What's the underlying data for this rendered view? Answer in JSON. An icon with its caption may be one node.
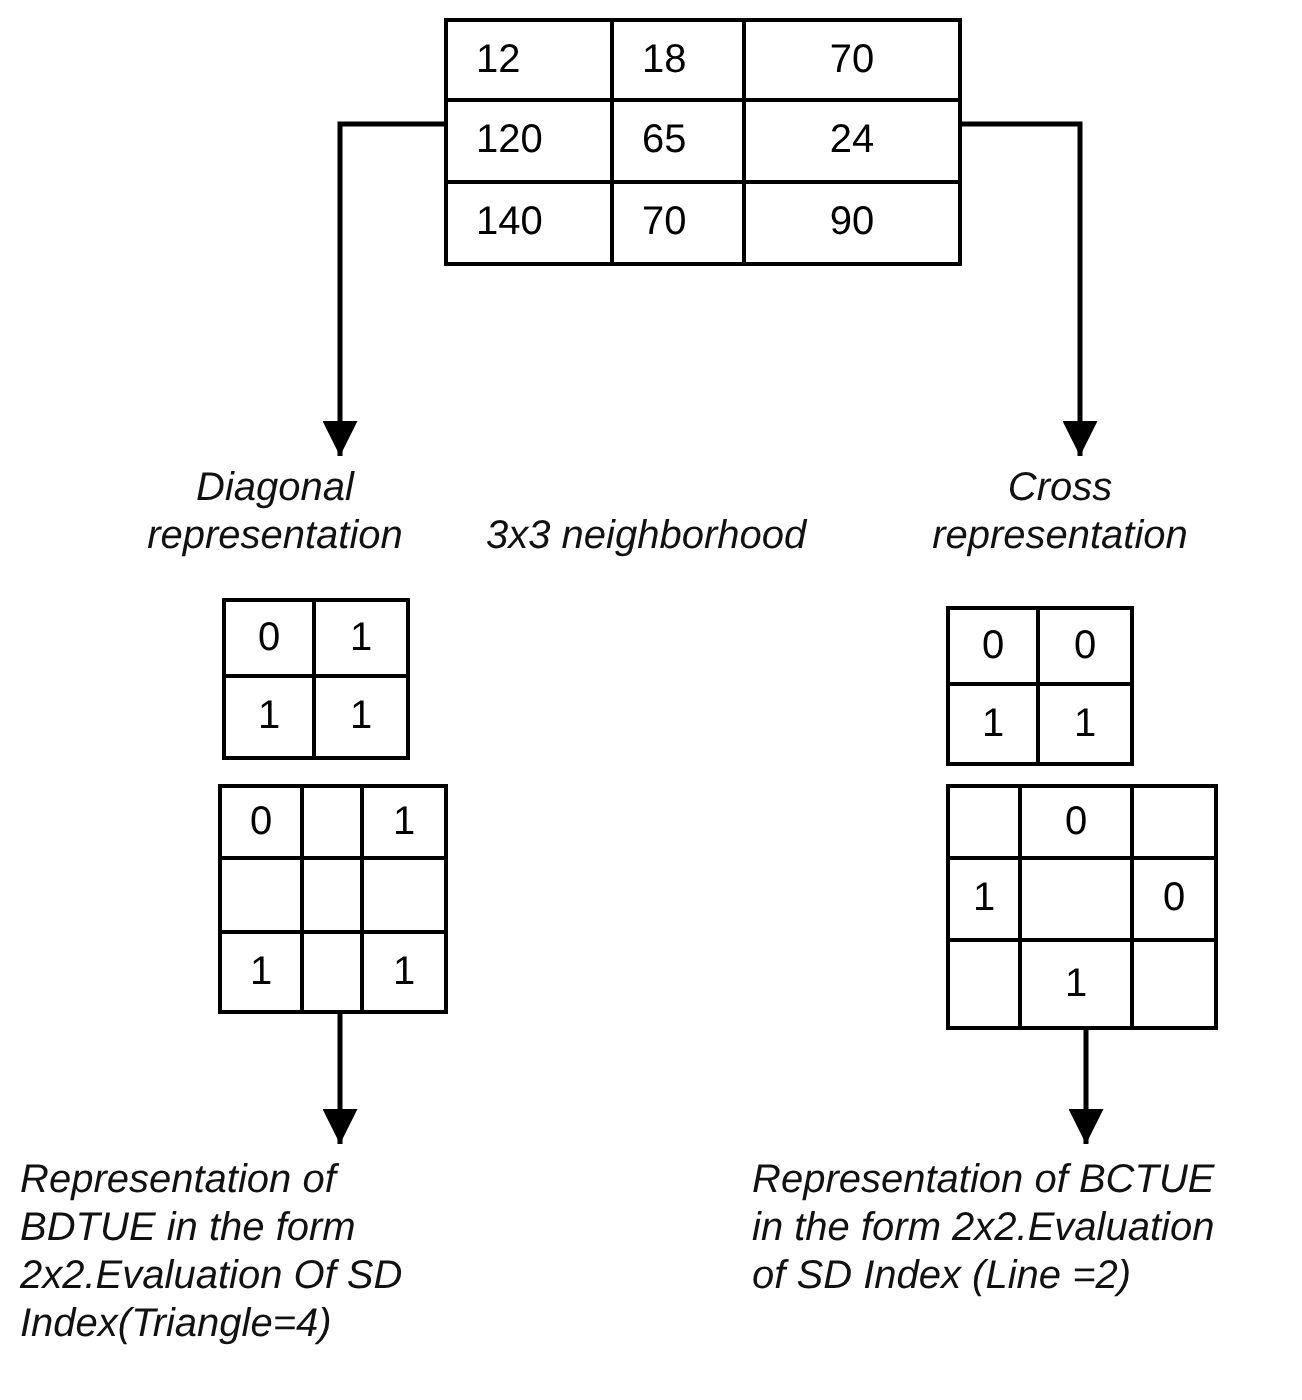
{
  "diagram": {
    "nodes": [
      {
        "text": [
          "12",
          "18",
          "70",
          "120",
          "65",
          "24",
          "140",
          "70",
          "90"
        ]
      },
      {
        "text": [
          "Diagonal representation"
        ]
      },
      {
        "text": [
          "Cross representation"
        ]
      },
      {
        "text": [
          "0",
          "1",
          "1",
          "1"
        ]
      },
      {
        "text": [
          "0",
          "1",
          "1",
          "1"
        ]
      },
      {
        "text": [
          "Representation of BDTUE in the form 2x2.Evaluation Of SD Index(Triangle=4)"
        ]
      },
      {
        "text": [
          "0",
          "0",
          "1",
          "1"
        ]
      },
      {
        "text": [
          "0",
          "1",
          "0",
          "1"
        ]
      },
      {
        "text": [
          "Representation of BCTUE in the form 2x2.Evaluation of SD Index (Line =2)"
        ]
      }
    ],
    "edges": [
      {
        "from": 0,
        "to": 1,
        "arrow": "to"
      },
      {
        "from": 0,
        "to": 2,
        "arrow": "to"
      },
      {
        "from": 4,
        "to": 5,
        "arrow": "to"
      },
      {
        "from": 7,
        "to": 8,
        "arrow": "to"
      }
    ],
    "labels": [
      "3x3 neighborhood"
    ]
  }
}
